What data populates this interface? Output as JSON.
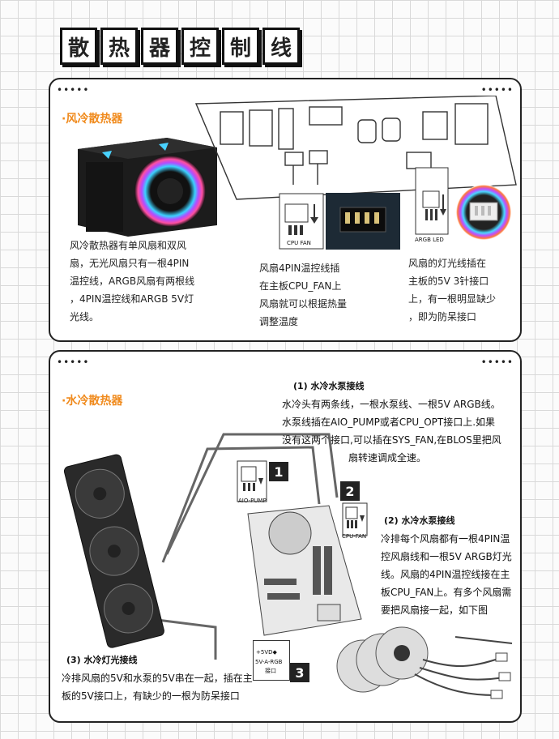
{
  "title_chars": [
    "散",
    "热",
    "器",
    "控",
    "制",
    "线"
  ],
  "panel1": {
    "dots_left": "•••••",
    "dots_right": "•••••",
    "section_title": "·风冷散热器",
    "desc_lines": [
      "风冷散热器有单风扇和双风",
      "扇，无光风扇只有一根4PIN",
      "温控线，ARGB风扇有两根线",
      "，4PIN温控线和ARGB 5V灯",
      "光线。"
    ],
    "fan_note_lines": [
      "风扇4PIN温控线插",
      "在主板CPU_FAN上",
      "风扇就可以根据热量",
      "调整温度"
    ],
    "led_note_lines": [
      "风扇的灯光线插在",
      "主板的5V 3针接口",
      "上，有一根明显缺少",
      "，即为防呆接口"
    ],
    "cpu_fan_label": "CPU FAN",
    "argb_label": "ARGB LED"
  },
  "panel2": {
    "dots_left": "•••••",
    "dots_right": "•••••",
    "section_title": "·水冷散热器",
    "s1_title": "(1) 水冷水泵接线",
    "s1_lines": [
      "水冷头有两条线，一根水泵线、一根5V ARGB线。",
      "水泵线插在AIO_PUMP或者CPU_OPT接口上.如果",
      "没有这两个接口,可以插在SYS_FAN,在BLOS里把风",
      "扇转速调成全速。"
    ],
    "s2_title": "(2) 水冷水泵接线",
    "s2_lines": [
      "冷排每个风扇都有一根4PIN温",
      "控风扇线和一根5V ARGB灯光",
      "线。风扇的4PIN温控线接在主",
      "板CPU_FAN上。有多个风扇需",
      "要把风扇接一起，如下图"
    ],
    "s3_title": "(3) 水冷灯光接线",
    "s3_lines": [
      "冷排风扇的5V和水泵的5V串在一起，插在主",
      "板的5V接口上，有缺少的一根为防呆接口"
    ],
    "badge1": "1",
    "badge2": "2",
    "badge3": "3",
    "aio_pump_label": "AIO-PUMP",
    "cpu_fan_label": "CPU-FAN",
    "argb_label_1": "+5VD◆",
    "argb_label_2": "5V-A-RGB",
    "argb_label_3": "接口"
  },
  "colors": {
    "accent": "#f08a1c",
    "border": "#222222",
    "grid": "#d9d9d9"
  }
}
